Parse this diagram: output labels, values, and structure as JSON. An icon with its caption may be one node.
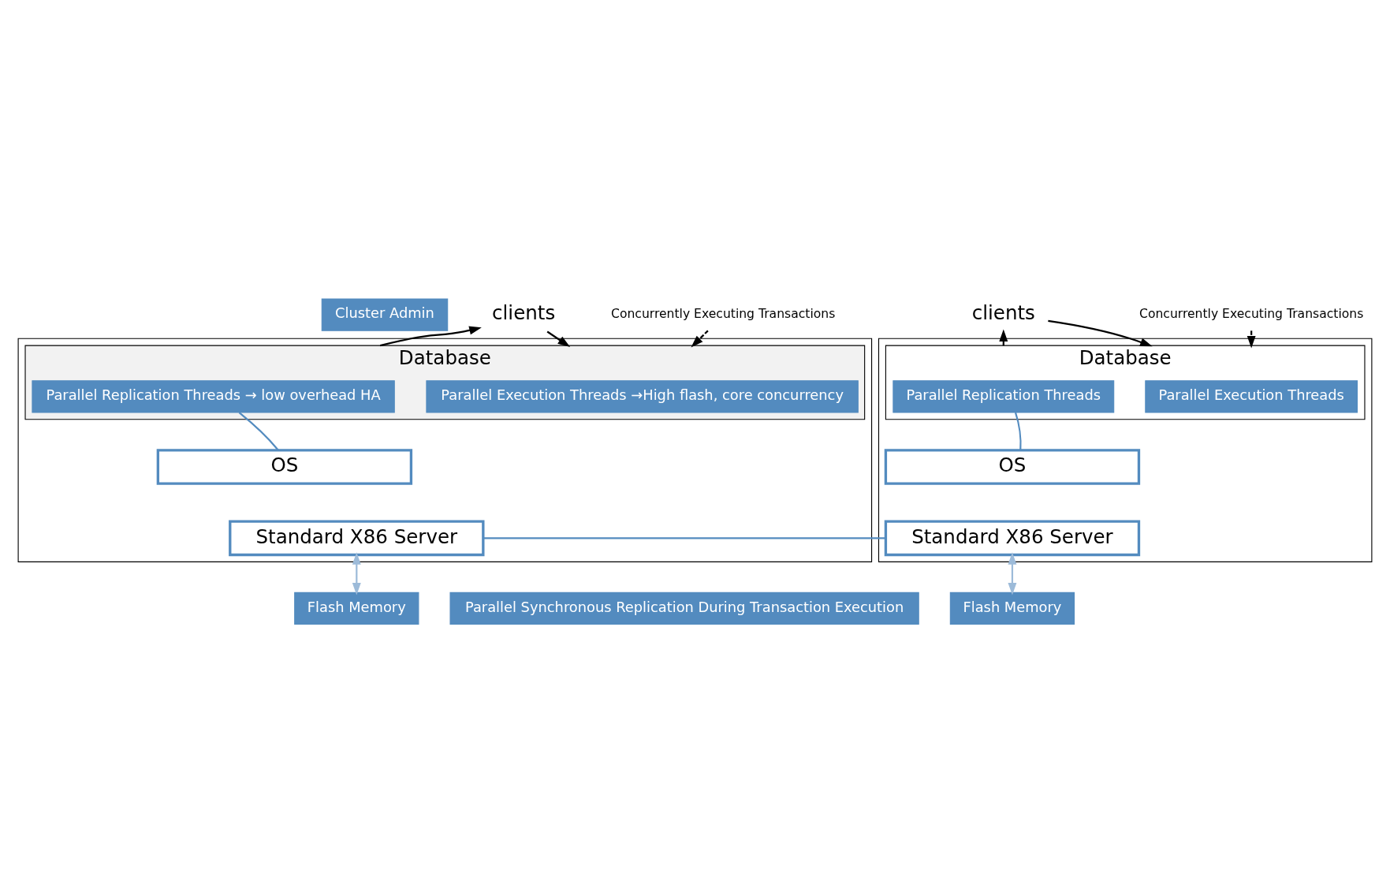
{
  "diagram": {
    "nodes": [
      {
        "text": [
          "Cluster Admin"
        ]
      },
      {
        "text": [],
        "shape": "box"
      },
      {
        "text": [
          "clients"
        ]
      },
      {
        "text": [
          "Database"
        ],
        "in": 1
      },
      {
        "text": [
          "Parallel Execution Threads →High flash, core concurrency"
        ],
        "in": 3
      },
      {
        "text": [
          "Parallel Replication Threads → low overhead HA"
        ],
        "in": 3
      },
      {
        "text": [
          "OS"
        ],
        "in": 1
      },
      {
        "text": [
          "Standard X86 Server"
        ],
        "in": 1
      },
      {
        "text": [
          "Concurrently Executing Transactions"
        ]
      },
      {
        "text": [
          "Flash Memory"
        ]
      },
      {
        "text": [
          "Parallel Synchronous Replication During Transaction Execution"
        ]
      },
      {
        "text": [],
        "shape": "box"
      },
      {
        "text": [
          "clients"
        ]
      },
      {
        "text": [
          "Database"
        ],
        "in": 11
      },
      {
        "text": [
          "Parallel Execution Threads"
        ],
        "in": 13
      },
      {
        "text": [
          "Parallel Replication Threads"
        ],
        "in": 13
      },
      {
        "text": [
          "OS"
        ],
        "in": 11
      },
      {
        "text": [
          "Standard X86 Server"
        ],
        "in": 11
      },
      {
        "text": [
          "Concurrently Executing Transactions"
        ]
      },
      {
        "text": [
          "Flash Memory"
        ]
      }
    ],
    "edges": [
      {
        "from": 2,
        "to": 3,
        "arrow": "to"
      },
      {
        "from": 3,
        "to": 2,
        "arrow": "to"
      },
      {
        "from": 8,
        "to": 3,
        "arrow": "to",
        "style": "dashed"
      },
      {
        "from": 5,
        "to": 6,
        "arrow": "none",
        "color": "#538bbf"
      },
      {
        "from": 7,
        "to": 9,
        "arrow": "both",
        "color": "#9dbbd9"
      },
      {
        "from": 7,
        "to": 17,
        "arrow": "none",
        "color": "#538bbf"
      },
      {
        "from": 12,
        "to": 13,
        "arrow": "to"
      },
      {
        "from": 13,
        "to": 12,
        "arrow": "to"
      },
      {
        "from": 18,
        "to": 13,
        "arrow": "to",
        "style": "dashed"
      },
      {
        "from": 15,
        "to": 16,
        "arrow": "none",
        "color": "#538bbf"
      },
      {
        "from": 17,
        "to": 19,
        "arrow": "both",
        "color": "#9dbbd9"
      }
    ]
  }
}
